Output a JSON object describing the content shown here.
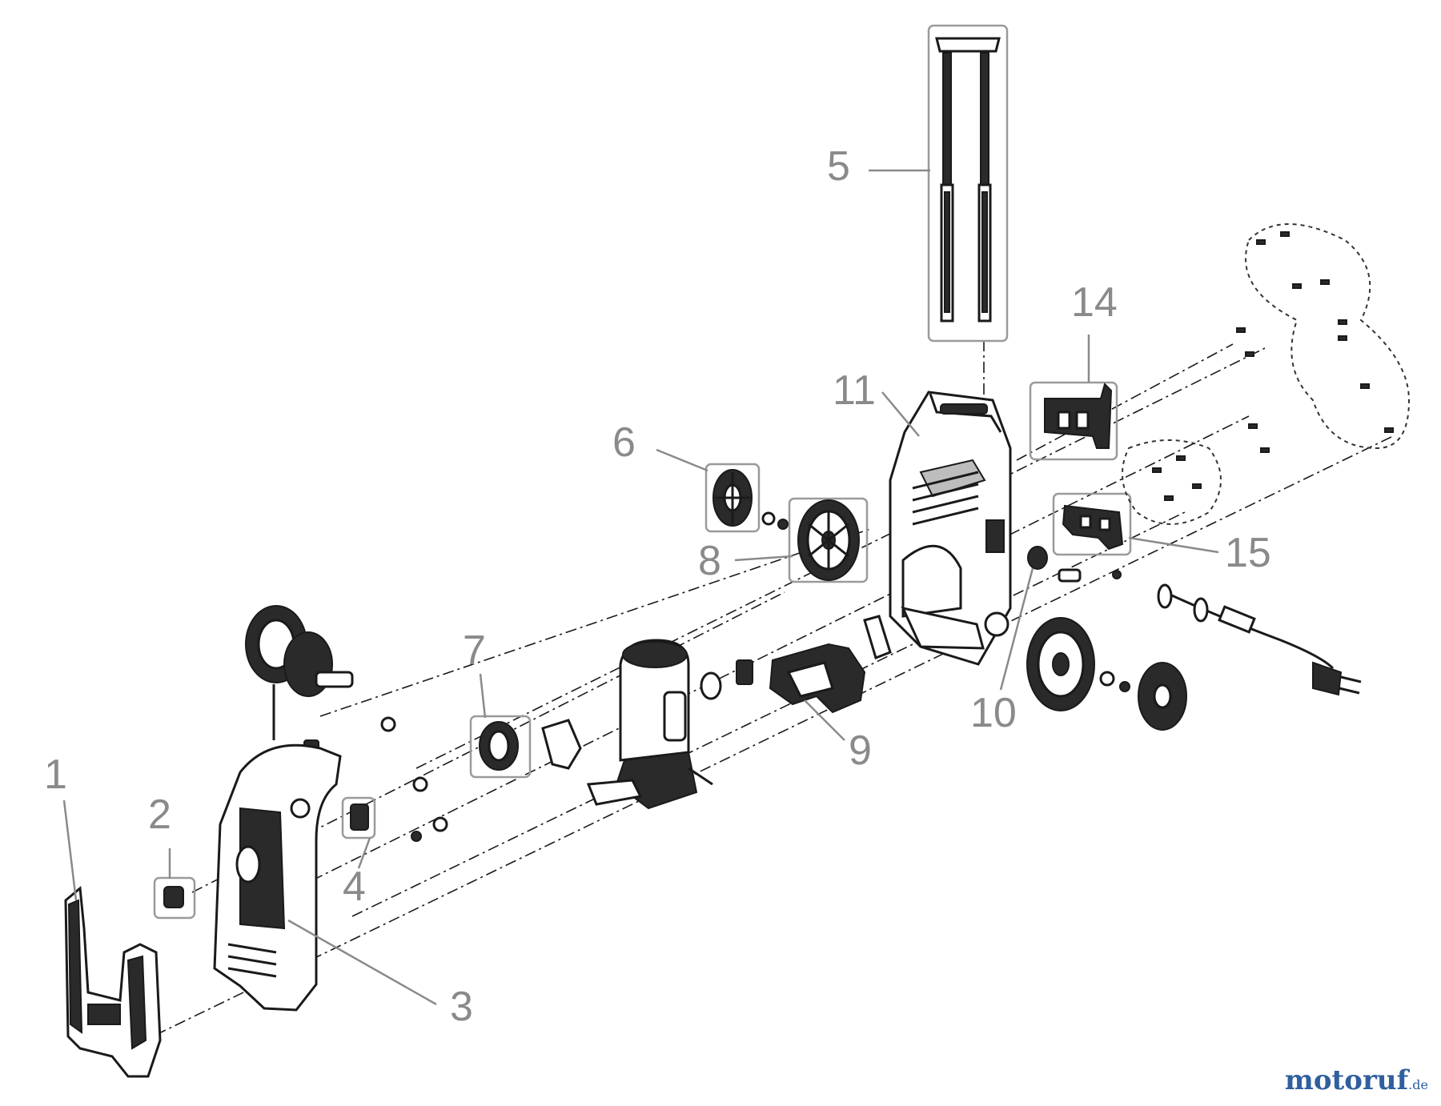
{
  "callouts": {
    "c1": "1",
    "c2": "2",
    "c3": "3",
    "c4": "4",
    "c5": "5",
    "c6": "6",
    "c7": "7",
    "c8": "8",
    "c9": "9",
    "c10": "10",
    "c11": "11",
    "c14": "14",
    "c15": "15"
  },
  "watermark": {
    "text_main": "motoruf",
    "text_suffix": ".de"
  },
  "colors": {
    "callout": "#8a8a8a",
    "line": "#1a1a1a",
    "brand_blue": "#2f5f9e",
    "brand_red": "#c0392b"
  }
}
